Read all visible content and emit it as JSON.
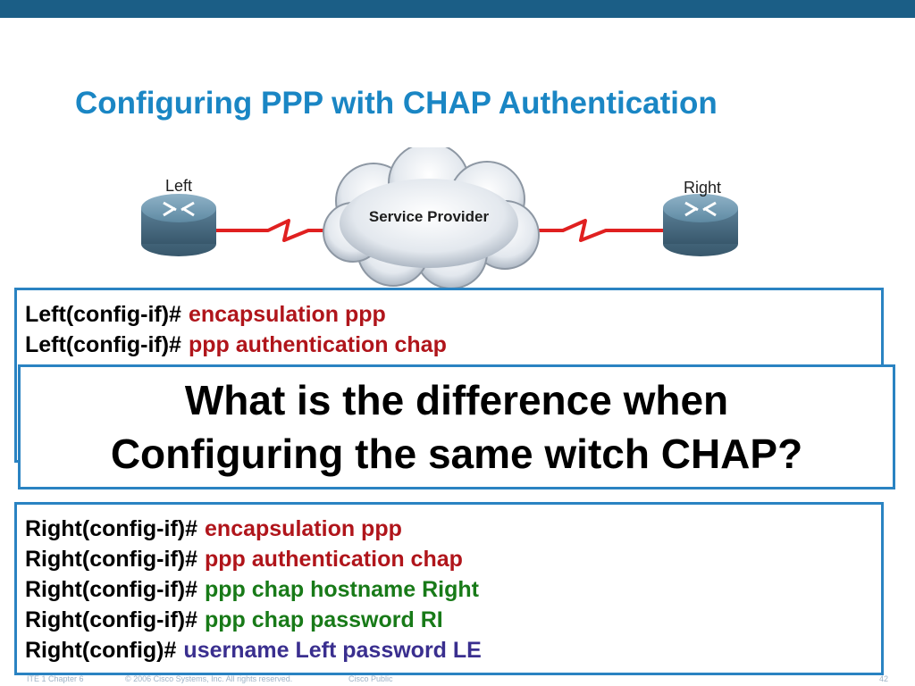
{
  "slide": {
    "title": "Configuring PPP with CHAP Authentication",
    "colors": {
      "topbar": "#1b5e86",
      "title": "#1a86c4",
      "box_border": "#2a83c2",
      "cmd_red": "#b0151b",
      "cmd_green": "#187a18",
      "cmd_purple": "#3a2f8f"
    }
  },
  "diagram": {
    "left_label": "Left",
    "right_label": "Right",
    "cloud_label": "Service Provider",
    "icons": [
      "router-icon",
      "cloud-icon",
      "serial-link-icon"
    ]
  },
  "left_config": {
    "lines": [
      {
        "prompt": "Left(config-if)#",
        "command": "encapsulation ppp"
      },
      {
        "prompt": "Left(config-if)#",
        "command": "ppp authentication chap"
      }
    ]
  },
  "question": {
    "line1": "What is the difference when",
    "line2": "Configuring the same witch CHAP?"
  },
  "right_config": {
    "lines": [
      {
        "prompt": "Right(config-if)#",
        "command": "encapsulation ppp"
      },
      {
        "prompt": "Right(config-if)#",
        "command": "ppp authentication chap"
      },
      {
        "prompt": "Right(config-if)#",
        "command": "ppp chap hostname Right"
      },
      {
        "prompt": "Right(config-if)#",
        "command": "ppp chap password RI"
      },
      {
        "prompt": "Right(config)#",
        "command": "username Left password LE"
      }
    ]
  },
  "footer": {
    "chapter": "ITE 1 Chapter 6",
    "copyright": "© 2006 Cisco Systems, Inc. All rights reserved.",
    "classification": "Cisco Public",
    "page": "42"
  }
}
